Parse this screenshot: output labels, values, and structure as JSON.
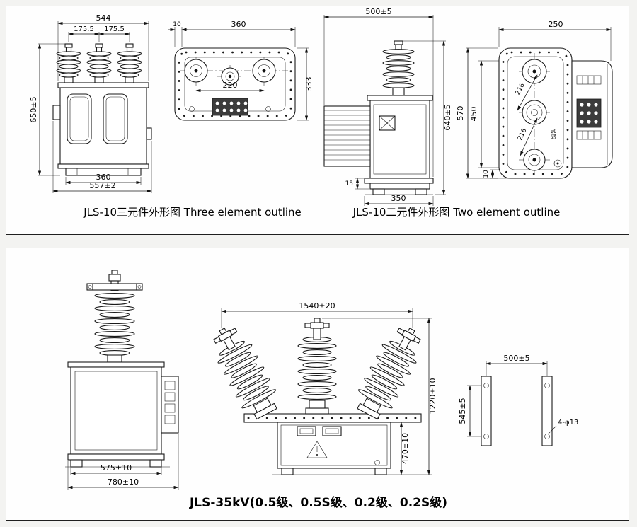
{
  "sheet": {
    "colors": {
      "line": "#1a1a1a",
      "paper": "#ffffff",
      "background": "#f3f3f1"
    }
  },
  "captions": {
    "three_element": "JLS-10三元件外形图 Three element outline",
    "two_element": "JLS-10二元件外形图 Two  element outline",
    "jls35": "JLS-35kV(0.5级、0.5S级、0.2级、0.2S级)"
  },
  "dims": {
    "front3": {
      "total_w": "544",
      "phase_l": "175.5",
      "phase_r": "175.5",
      "height": "650±5",
      "base_w": "360",
      "overall_w": "557±2"
    },
    "top3": {
      "edge": "10",
      "width": "360",
      "span": "220",
      "depth": "333"
    },
    "side2": {
      "width": "500±5",
      "height": "640±5",
      "base_w": "350",
      "step": "15"
    },
    "top2": {
      "width": "250",
      "length": "570",
      "bolt_span": "450",
      "pitch_a": "216",
      "pitch_b": "216",
      "edge": "10",
      "hook": "吊钩"
    },
    "side35": {
      "body_w": "575±10",
      "base_w": "780±10"
    },
    "front35": {
      "width": "1540±20",
      "height": "1220±10",
      "body_h": "470±10"
    },
    "strips": {
      "span": "500±5",
      "pitch": "545±5",
      "holes": "4-φ13"
    }
  }
}
